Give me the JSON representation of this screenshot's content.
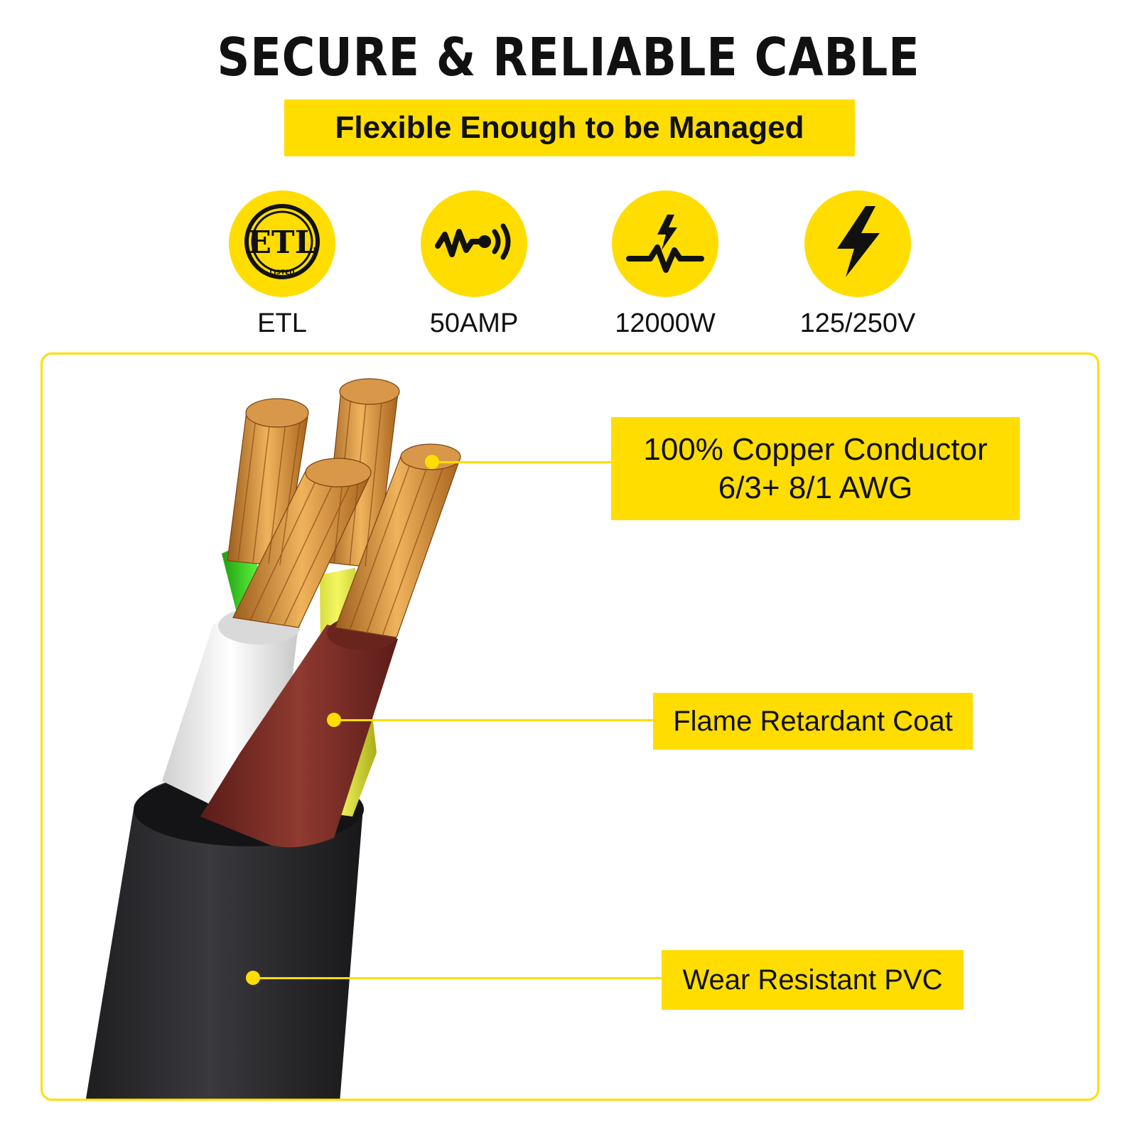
{
  "header": {
    "title": "SECURE & RELIABLE CABLE",
    "subtitle": "Flexible Enough to be Managed"
  },
  "badges": [
    {
      "label": "ETL",
      "icon": "etl-listed-icon",
      "icon_text": "LISTED"
    },
    {
      "label": "50AMP",
      "icon": "current-wave-icon"
    },
    {
      "label": "12000W",
      "icon": "power-spike-icon"
    },
    {
      "label": "125/250V",
      "icon": "lightning-bolt-icon"
    }
  ],
  "callouts": {
    "conductor": {
      "line1": "100% Copper Conductor",
      "line2": "6/3+ 8/1 AWG"
    },
    "coat": {
      "label": "Flame Retardant Coat"
    },
    "jacket": {
      "label": "Wear Resistant PVC"
    }
  },
  "colors": {
    "accent": "#FFDD00",
    "text": "#111111",
    "jacket": "#2b2b2e",
    "copper": "#c88a3a",
    "wire_white": "#f2f2f2",
    "wire_green": "#3ccf1e",
    "wire_yellow": "#e4ea3a",
    "wire_red": "#7a2a24"
  }
}
